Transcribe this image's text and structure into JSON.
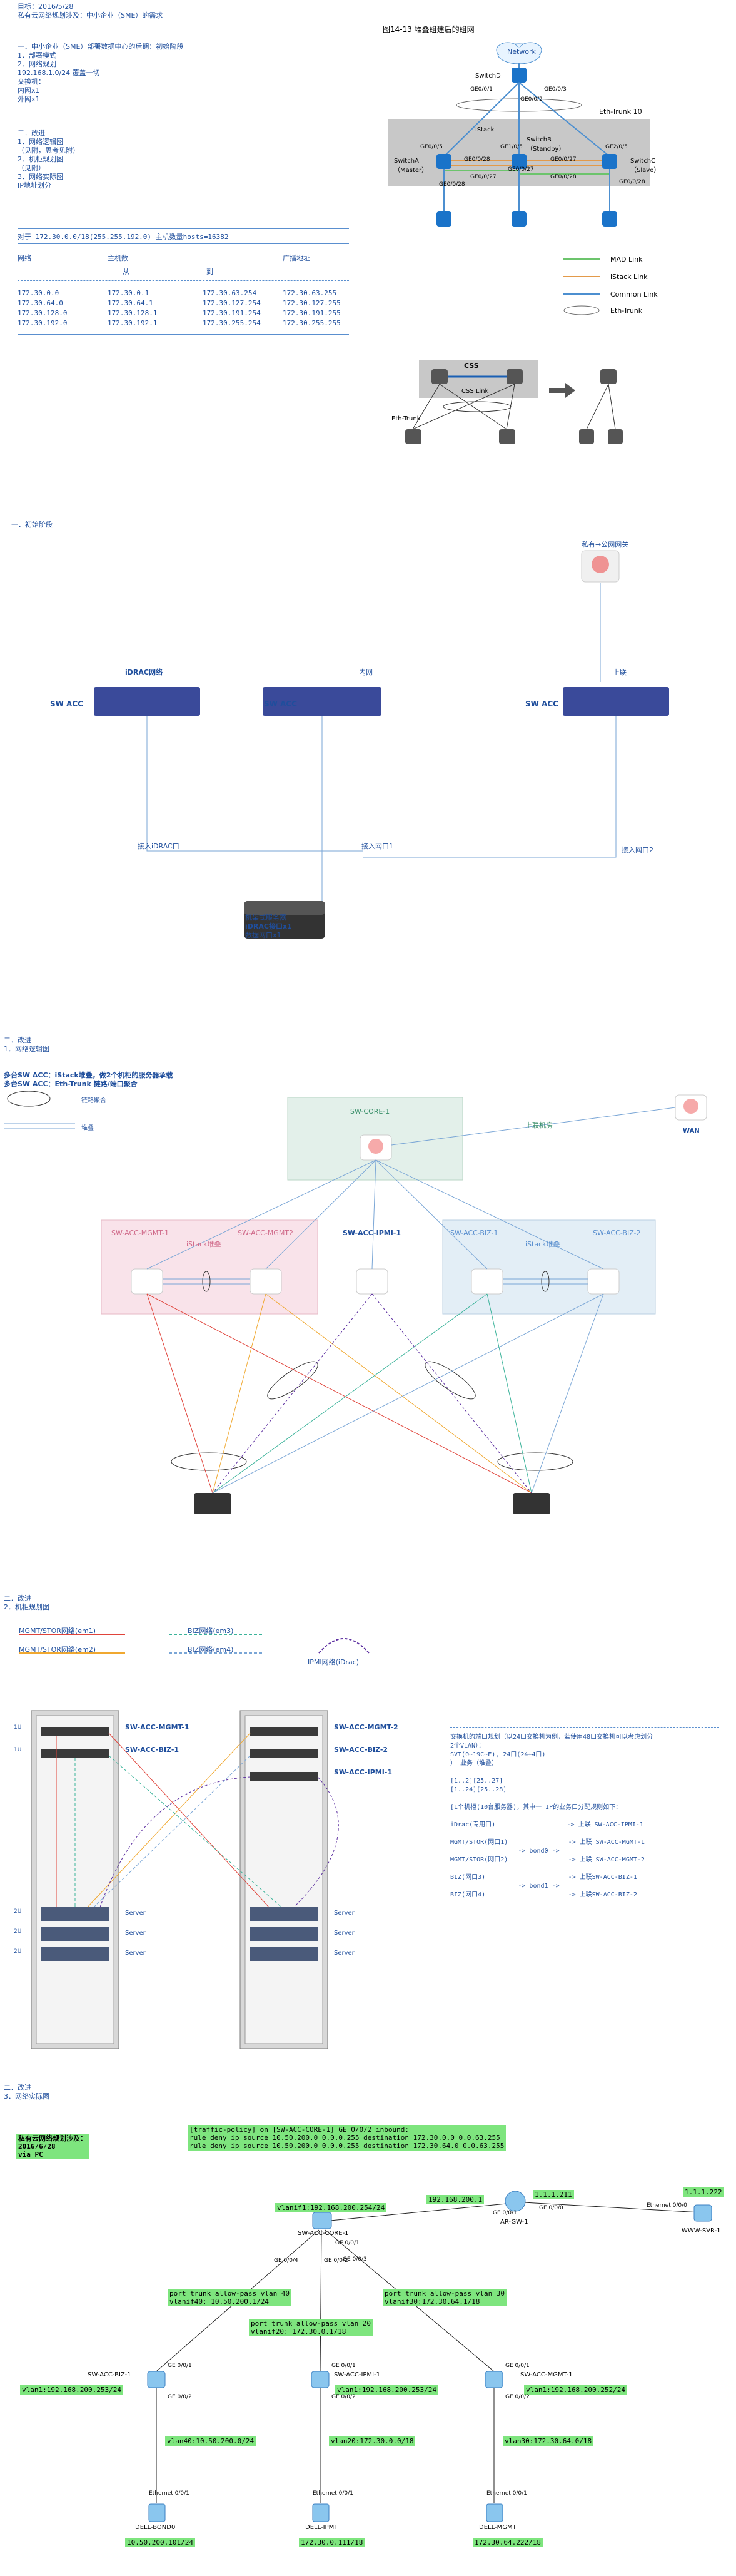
{
  "doc": {
    "title": "目标：2016/5/28",
    "subtitle": "私有云网络规划涉及：中小企业（SME）的需求",
    "sec1": [
      "一．中小企业（SME）部署数据中心的后期：初始阶段",
      "1．部署模式",
      "2．网络规划",
      "192.168.1.0/24 覆盖一切",
      "交换机：",
      "内网x1",
      "外网x1"
    ],
    "sec2": [
      "二．改进",
      "1．网络逻辑图",
      "（见附，思考见附）",
      "",
      "2．机柜规划图",
      "（见附）",
      "",
      "3．网络实际图",
      "IP地址划分"
    ],
    "ip_note": "对于 172.30.0.0/18(255.255.192.0) 主机数量hosts=16382",
    "ip_headers": [
      "网络",
      "主机数",
      "",
      "广播地址"
    ],
    "ip_subheaders": [
      "从",
      "到"
    ],
    "ip_rows": [
      [
        "172.30.0.0",
        "172.30.0.1",
        "172.30.63.254",
        "172.30.63.255"
      ],
      [
        "172.30.64.0",
        "172.30.64.1",
        "172.30.127.254",
        "172.30.127.255"
      ],
      [
        "172.30.128.0",
        "172.30.128.1",
        "172.30.191.254",
        "172.30.191.255"
      ],
      [
        "172.30.192.0",
        "172.30.192.1",
        "172.30.255.254",
        "172.30.255.255"
      ]
    ]
  },
  "fig1": {
    "caption": "图14-13 堆叠组建后的组网",
    "network": "Network",
    "switchD": "SwitchD",
    "ports_top": [
      "GE0/0/1",
      "GE0/0/3",
      "GE0/0/2"
    ],
    "eth_trunk10": "Eth-Trunk 10",
    "istack": "iStack",
    "switchA": "SwitchA\n（Master）",
    "switchB": "SwitchB\n（Standby）",
    "switchC": "SwitchC\n（Slave）",
    "ports_mid": [
      "GE0/0/5",
      "GE0/0/28",
      "GE1/0/5",
      "GE0/0/27",
      "GE2/0/5",
      "GE0/0/27",
      "GE0/0/28",
      "GE0/0/28",
      "GE0/0/27",
      "GE0/0/28"
    ],
    "legend": [
      "MAD Link",
      "iStack Link",
      "Common Link",
      "Eth-Trunk"
    ],
    "legend_colors": [
      "#6cc46c",
      "#e39a4a",
      "#4c8fd0",
      "#666666"
    ]
  },
  "fig2": {
    "css": "CSS",
    "css_link": "CSS Link",
    "eth_trunk": "Eth-Trunk"
  },
  "fig3": {
    "heading": "一．初始阶段",
    "private_gw": "私有→公网网关",
    "sw_labels": [
      "SW ACC",
      "SW ACC",
      "SW ACC"
    ],
    "net_labels": [
      "iDRAC网络",
      "内网",
      "上联"
    ],
    "port_labels": [
      "接入iDRAC口",
      "接入网口1",
      "接入网口2"
    ],
    "server_labels": [
      "机架式服务器",
      "iDRAC接口x1",
      "数据网口x1"
    ]
  },
  "fig4": {
    "heading": [
      "二．改进",
      "1．网络逻辑图"
    ],
    "note": [
      "多台SW ACC：iStack堆叠，做2个机柜的服务器承载",
      "多台SW ACC：Eth-Trunk 链路/端口聚合"
    ],
    "legend_trunk": "链路聚合",
    "legend_stack": "堆叠",
    "core": "SW-CORE-1",
    "uplink": "上联机房",
    "wan": "WAN",
    "mgmt1": "SW-ACC-MGMT-1",
    "mgmt2": "SW-ACC-MGMT2",
    "ipmi": "SW-ACC-IPMI-1",
    "biz1": "SW-ACC-BIZ-1",
    "biz2": "SW-ACC-BIZ-2",
    "istack1": "iStack堆叠",
    "istack2": "iStack堆叠"
  },
  "fig5": {
    "heading": [
      "二．改进",
      "2．机柜规划图"
    ],
    "leg": [
      "MGMT/STOR网络(em1)",
      "MGMT/STOR网络(em2)",
      "BIZ网络(em3)",
      "BIZ网络(em4)",
      "IPMI网络(iDrac)"
    ],
    "rack_labels_left": [
      "SW-ACC-MGMT-1",
      "SW-ACC-BIZ-1"
    ],
    "rack_labels_right": [
      "SW-ACC-MGMT-2",
      "SW-ACC-BIZ-2",
      "SW-ACC-IPMI-1"
    ],
    "u_left": [
      "1U",
      "1U",
      "2U",
      "2U",
      "2U"
    ],
    "server": "Server",
    "notes": [
      "交换机的端口规划（以24口交换机为例，若使用48口交换机可以考虑划分",
      "2个VLAN）：",
      "SVI(0~19C~E), 24口(24+4口)",
      "） 业务（堆叠）",
      "",
      "[1..2][25..27]",
      "[1..24][25..28]",
      "",
      "[1个机柜(10台服务器)，其中一 IP的业务口分配规则如下：",
      "",
      "iDrac(专用口)                   -> 上联 SW-ACC-IPMI-1",
      "",
      "MGMT/STOR(网口1)                -> 上联 SW-ACC-MGMT-1",
      "                  -> bond0 ->",
      "MGMT/STOR(网口2)                -> 上联 SW-ACC-MGMT-2",
      "",
      "BIZ(网口3)                      -> 上联SW-ACC-BIZ-1",
      "                  -> bond1 ->",
      "BIZ(网口4)                      -> 上联SW-ACC-BIZ-2"
    ]
  },
  "fig6": {
    "heading": [
      "二．改进",
      "3．网络实际图"
    ],
    "title_box": "私有云网络规划涉及：\n2016/6/28\nvia PC",
    "policy": "[traffic-policy] on [SW-ACC-CORE-1] GE 0/0/2 inbound:\nrule deny ip source 10.50.200.0 0.0.0.255 destination 172.30.0.0 0.0.63.255\nrule deny ip source 10.50.200.0 0.0.0.255 destination 172.30.64.0 0.0.63.255",
    "core": "SW-ACC-CORE-1",
    "core_vlan": "vlanif1:192.168.200.254/24",
    "ar": "AR-GW-1",
    "ar_ip": "192.168.200.1",
    "ar_ip2": "1.1.1.211",
    "wwwsvr": "WWW-SVR-1",
    "www_ip": "1.1.1.222",
    "trunk1": "port trunk allow-pass vlan 40\nvlanif40: 10.50.200.1/24",
    "trunk2": "port trunk allow-pass vlan 30\nvlanif30:172.30.64.1/18",
    "trunk3": "port trunk allow-pass vlan 20\nvlanif20: 172.30.0.1/18",
    "biz": "SW-ACC-BIZ-1",
    "biz_vlan": "vlan1:192.168.200.253/24",
    "biz_net": "vlan40:10.50.200.0/24",
    "ipmi": "SW-ACC-IPMI-1",
    "ipmi_vlan": "vlan1:192.168.200.253/24",
    "ipmi_net": "vlan20:172.30.0.0/18",
    "mgmt": "SW-ACC-MGMT-1",
    "mgmt_vlan": "vlan1:192.168.200.252/24",
    "mgmt_net": "vlan30:172.30.64.0/18",
    "pc1": "DELL-BOND0",
    "pc1_ip": "10.50.200.101/24",
    "pc2": "DELL-IPMI",
    "pc2_ip": "172.30.0.111/18",
    "pc3": "DELL-MGMT",
    "pc3_ip": "172.30.64.222/18",
    "ports": [
      "GE 0/0/1",
      "GE 0/0/2",
      "GE 0/0/3",
      "GE 0/0/4",
      "GE 0/0/1",
      "GE 0/0/2",
      "GE 0/0/1",
      "GE 0/0/2",
      "GE 0/0/1",
      "GE 0/0/2",
      "GE 0/0/1",
      "Ethernet 0/0/1",
      "Ethernet 0/0/1",
      "Ethernet 0/0/1",
      "Ethernet 0/0/0",
      "GE 0/0/0"
    ]
  }
}
